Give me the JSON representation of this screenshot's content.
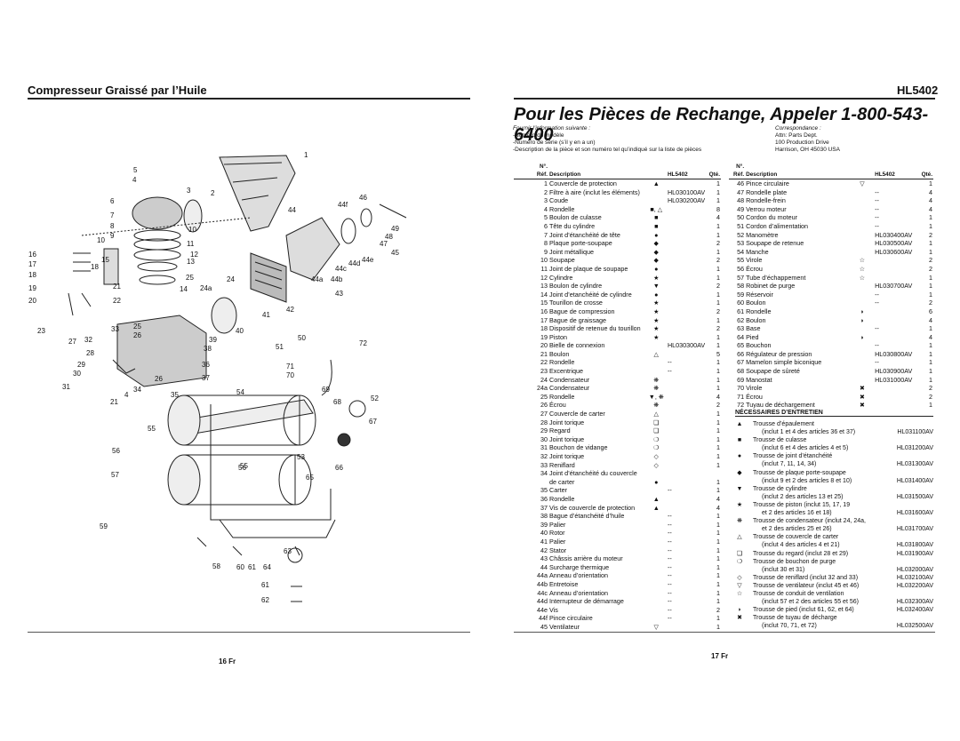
{
  "left_page": {
    "title": "Compresseur Graissé par l’Huile",
    "page_number": "16 Fr",
    "diagram_labels": [
      "1",
      "2",
      "3",
      "4",
      "5",
      "6",
      "7",
      "8",
      "9",
      "10",
      "11",
      "12",
      "13",
      "14",
      "15",
      "16",
      "17",
      "18",
      "19",
      "20",
      "21",
      "22",
      "23",
      "24",
      "24a",
      "25",
      "26",
      "27",
      "28",
      "29",
      "30",
      "31",
      "32",
      "33",
      "34",
      "35",
      "36",
      "37",
      "38",
      "39",
      "40",
      "41",
      "42",
      "43",
      "44",
      "44a",
      "44b",
      "44c",
      "44d",
      "44e",
      "44f",
      "45",
      "46",
      "47",
      "48",
      "49",
      "50",
      "51",
      "52",
      "53",
      "54",
      "55",
      "56",
      "57",
      "58",
      "59",
      "60",
      "61",
      "62",
      "63",
      "64",
      "65",
      "66",
      "67",
      "68",
      "69",
      "70",
      "71",
      "72"
    ]
  },
  "right_page": {
    "model": "HL5402",
    "title": "Pour les Pièces de Rechange, Appeler 1-800-543-6400",
    "page_number": "17 Fr",
    "info_left": [
      "Fournir l’information suivante :",
      "-Numéro du modèle",
      "-Numéro de série (s’il y en a un)",
      "-Description de la pièce et son numéro tel qu’indiqué sur la liste de pièces"
    ],
    "info_right": [
      "Correspondance :",
      "Attn: Parts Dept.",
      "100 Production Drive",
      "Harrison, OH 45030  USA"
    ],
    "table_headers": {
      "no": "N°.",
      "ref": "Réf.",
      "description": "Description",
      "model": "HL5402",
      "qty": "Qté."
    },
    "parts_left": [
      [
        "1",
        "Couvercle de protection",
        "▲",
        "",
        "1"
      ],
      [
        "2",
        "Filtre à aire (inclut les éléments)",
        "",
        "HL030100AV",
        "1"
      ],
      [
        "3",
        "Coude",
        "",
        "HL030200AV",
        "1"
      ],
      [
        "4",
        "Rondelle",
        "■, △",
        "",
        "8"
      ],
      [
        "5",
        "Boulon de culasse",
        "■",
        "",
        "4"
      ],
      [
        "6",
        "Tête du cylindre",
        "■",
        "",
        "1"
      ],
      [
        "7",
        "Joint d’étanchéité de tête",
        "●",
        "",
        "1"
      ],
      [
        "8",
        "Plaque porte-soupape",
        "◆",
        "",
        "2"
      ],
      [
        "9",
        "Joint métallique",
        "◆",
        "",
        "1"
      ],
      [
        "10",
        "Soupape",
        "◆",
        "",
        "2"
      ],
      [
        "11",
        "Joint de plaque de soupape",
        "●",
        "",
        "1"
      ],
      [
        "12",
        "Cylindre",
        "★",
        "",
        "1"
      ],
      [
        "13",
        "Boulon de cylindre",
        "▼",
        "",
        "2"
      ],
      [
        "14",
        "Joint d’etanchéité de cylindre",
        "●",
        "",
        "1"
      ],
      [
        "15",
        "Tourillon de crosse",
        "★",
        "",
        "1"
      ],
      [
        "16",
        "Bague de compression",
        "★",
        "",
        "2"
      ],
      [
        "17",
        "Bague de graissage",
        "★",
        "",
        "1"
      ],
      [
        "18",
        "Dispositif de retenue du tourillon",
        "★",
        "",
        "2"
      ],
      [
        "19",
        "Piston",
        "★",
        "",
        "1"
      ],
      [
        "20",
        "Bielle de connexion",
        "",
        "HL030300AV",
        "1"
      ],
      [
        "21",
        "Boulon",
        "△",
        "",
        "5"
      ],
      [
        "22",
        "Rondelle",
        "",
        "--",
        "1"
      ],
      [
        "23",
        "Excentrique",
        "",
        "--",
        "1"
      ],
      [
        "24",
        "Condensateur",
        "❋",
        "",
        "1"
      ],
      [
        "24a",
        "Condensateur",
        "❋",
        "",
        "1"
      ],
      [
        "25",
        "Rondelle",
        "▼, ❋",
        "",
        "4"
      ],
      [
        "26",
        "Écrou",
        "❋",
        "",
        "2"
      ],
      [
        "27",
        "Couvercle de carter",
        "△",
        "",
        "1"
      ],
      [
        "28",
        "Joint torique",
        "❏",
        "",
        "1"
      ],
      [
        "29",
        "Regard",
        "❏",
        "",
        "1"
      ],
      [
        "30",
        "Joint torique",
        "❍",
        "",
        "1"
      ],
      [
        "31",
        "Bouchon de vidange",
        "❍",
        "",
        "1"
      ],
      [
        "32",
        "Joint torique",
        "◇",
        "",
        "1"
      ],
      [
        "33",
        "Reniflard",
        "◇",
        "",
        "1"
      ],
      [
        "34",
        "Joint d’étanchéité du couvercle",
        "",
        "",
        ""
      ],
      [
        "",
        "de carter",
        "●",
        "",
        "1"
      ],
      [
        "35",
        "Carter",
        "",
        "--",
        "1"
      ],
      [
        "36",
        "Rondelle",
        "▲",
        "",
        "4"
      ],
      [
        "37",
        "Vis de couvercle de protection",
        "▲",
        "",
        "4"
      ],
      [
        "38",
        "Bague d’étanchéité d’huile",
        "",
        "--",
        "1"
      ],
      [
        "39",
        "Palier",
        "",
        "--",
        "1"
      ],
      [
        "40",
        "Rotor",
        "",
        "--",
        "1"
      ],
      [
        "41",
        "Palier",
        "",
        "--",
        "1"
      ],
      [
        "42",
        "Stator",
        "",
        "--",
        "1"
      ],
      [
        "43",
        "Châssis arrière du moteur",
        "",
        "--",
        "1"
      ],
      [
        "44",
        "Surcharge thermique",
        "",
        "--",
        "1"
      ],
      [
        "44a",
        "Anneau d’orientation",
        "",
        "--",
        "1"
      ],
      [
        "44b",
        "Entretoise",
        "",
        "--",
        "1"
      ],
      [
        "44c",
        "Anneau d’orientation",
        "",
        "--",
        "1"
      ],
      [
        "44d",
        "Interrupteur de démarrage",
        "",
        "--",
        "1"
      ],
      [
        "44e",
        "Vis",
        "",
        "--",
        "2"
      ],
      [
        "44f",
        "Pince circulaire",
        "",
        "--",
        "1"
      ],
      [
        "45",
        "Ventilateur",
        "▽",
        "",
        "1"
      ]
    ],
    "parts_right": [
      [
        "46",
        "Pince circulaire",
        "▽",
        "",
        "1"
      ],
      [
        "47",
        "Rondelle plate",
        "",
        "--",
        "4"
      ],
      [
        "48",
        "Rondelle-frein",
        "",
        "--",
        "4"
      ],
      [
        "49",
        "Verrou moteur",
        "",
        "--",
        "4"
      ],
      [
        "50",
        "Cordon du moteur",
        "",
        "--",
        "1"
      ],
      [
        "51",
        "Cordon d’alimentation",
        "",
        "--",
        "1"
      ],
      [
        "52",
        "Manomètre",
        "",
        "HL030400AV",
        "2"
      ],
      [
        "53",
        "Soupape de retenue",
        "",
        "HL030500AV",
        "1"
      ],
      [
        "54",
        "Manche",
        "",
        "HL030600AV",
        "1"
      ],
      [
        "55",
        "Virole",
        "☆",
        "",
        "2"
      ],
      [
        "56",
        "Écrou",
        "☆",
        "",
        "2"
      ],
      [
        "57",
        "Tube d’échappement",
        "☆",
        "",
        "1"
      ],
      [
        "58",
        "Robinet de purge",
        "",
        "HL030700AV",
        "1"
      ],
      [
        "59",
        "Réservoir",
        "",
        "--",
        "1"
      ],
      [
        "60",
        "Boulon",
        "",
        "--",
        "2"
      ],
      [
        "61",
        "Rondelle",
        "◗",
        "",
        "6"
      ],
      [
        "62",
        "Boulon",
        "◗",
        "",
        "4"
      ],
      [
        "63",
        "Base",
        "",
        "--",
        "1"
      ],
      [
        "64",
        "Pied",
        "◗",
        "",
        "4"
      ],
      [
        "65",
        "Bouchon",
        "",
        "--",
        "1"
      ],
      [
        "66",
        "Régulateur de pression",
        "",
        "HL030800AV",
        "1"
      ],
      [
        "67",
        "Mamelon simple biconique",
        "",
        "--",
        "1"
      ],
      [
        "68",
        "Soupape de sûreté",
        "",
        "HL030900AV",
        "1"
      ],
      [
        "69",
        "Manostat",
        "",
        "HL031000AV",
        "1"
      ],
      [
        "70",
        "Virole",
        "✖",
        "",
        "2"
      ],
      [
        "71",
        "Écrou",
        "✖",
        "",
        "2"
      ],
      [
        "72",
        "Tuyau de déchargement",
        "✖",
        "",
        "1"
      ]
    ],
    "kits_title": "NÉCESSAIRES D’ENTRETIEN",
    "kits": [
      {
        "sym": "▲",
        "lines": [
          "Trousse d’épaulement",
          "(inclut 1 et 4 des articles 36 et 37)"
        ],
        "code": "HL031100AV"
      },
      {
        "sym": "■",
        "lines": [
          "Trousse de culasse",
          "(inclut 6 et 4 des articles 4 et 5)"
        ],
        "code": "HL031200AV"
      },
      {
        "sym": "●",
        "lines": [
          "Trousse de joint d’étanchéité",
          "(inclut 7, 11, 14, 34)"
        ],
        "code": "HL031300AV"
      },
      {
        "sym": "◆",
        "lines": [
          "Trousse de plaque porte-soupape",
          "(inclut 9 et 2 des articles 8 et 10)"
        ],
        "code": "HL031400AV"
      },
      {
        "sym": "▼",
        "lines": [
          "Trousse de cylindre",
          "(inclut 2 des articles 13 et 25)"
        ],
        "code": "HL031500AV"
      },
      {
        "sym": "★",
        "lines": [
          "Trousse de piston (inclut 15, 17, 19",
          "et 2 des articles 16 et 18)"
        ],
        "code": "HL031600AV"
      },
      {
        "sym": "❋",
        "lines": [
          "Trousse de condensateur (inclut 24, 24a,",
          "et 2 des articles 25 et 26)"
        ],
        "code": "HL031700AV"
      },
      {
        "sym": "△",
        "lines": [
          "Trousse  de couvercle de carter",
          "(inclut 4 des articles 4 et 21)"
        ],
        "code": "HL031800AV"
      },
      {
        "sym": "❏",
        "lines": [
          "Trousse du regard (inclut 28 et 29)"
        ],
        "code": "HL031900AV"
      },
      {
        "sym": "❍",
        "lines": [
          "Trousse de bouchon de purge",
          "(inclut 30 et 31)"
        ],
        "code": "HL032000AV"
      },
      {
        "sym": "◇",
        "lines": [
          "Trousse de reniflard (inclut 32 and 33)"
        ],
        "code": "HL032100AV"
      },
      {
        "sym": "▽",
        "lines": [
          "Trousse de ventilateur (inclut 45 et 46)"
        ],
        "code": "HL032200AV"
      },
      {
        "sym": "☆",
        "lines": [
          "Trousse de conduit de ventilation",
          "(inclut 57 et 2 des articles 55 et 56)"
        ],
        "code": "HL032300AV"
      },
      {
        "sym": "◗",
        "lines": [
          "Trousse de pied (inclut 61, 62, et 64)"
        ],
        "code": "HL032400AV"
      },
      {
        "sym": "✖",
        "lines": [
          "Trousse de tuyau de décharge",
          "(inclut 70, 71, et 72)"
        ],
        "code": "HL032500AV"
      }
    ]
  }
}
